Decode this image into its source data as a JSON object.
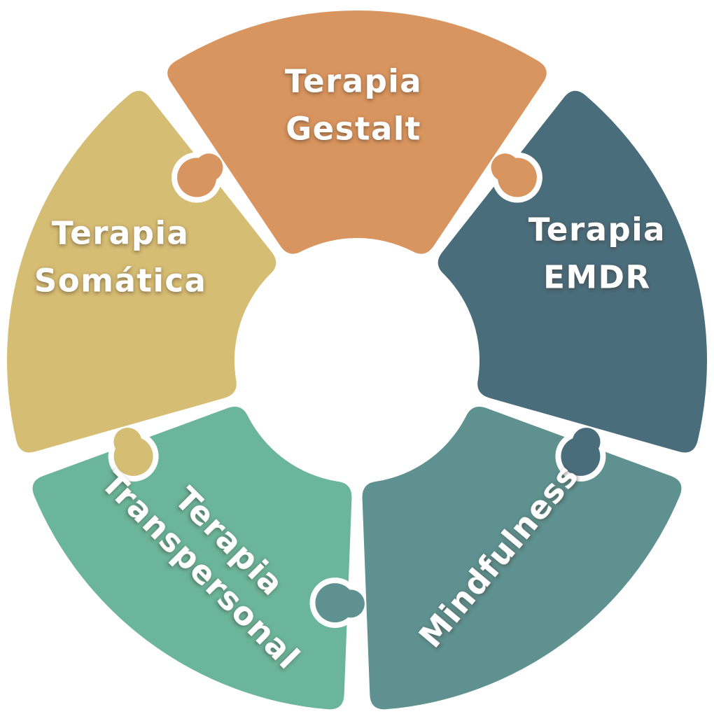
{
  "colors": {
    "background": "#ffffff",
    "gap": "#ffffff"
  },
  "segments": [
    {
      "id": "gestalt",
      "lines": [
        "Terapia",
        "Gestalt"
      ],
      "color": "#d9955f",
      "tab": "left-out"
    },
    {
      "id": "emdr",
      "lines": [
        "Terapia",
        "EMDR"
      ],
      "color": "#4a6d7c",
      "tab": "left-in"
    },
    {
      "id": "mindfulness",
      "lines": [
        "Mindfulness"
      ],
      "color": "#5e9190",
      "tab": "left-in"
    },
    {
      "id": "transpersonal",
      "lines": [
        "Terapia",
        "Transpersonal"
      ],
      "color": "#6bb59c",
      "tab": "left-in"
    },
    {
      "id": "somatica",
      "lines": [
        "Terapia",
        "Somática"
      ],
      "color": "#d6bd74",
      "tab": "left-out"
    }
  ]
}
